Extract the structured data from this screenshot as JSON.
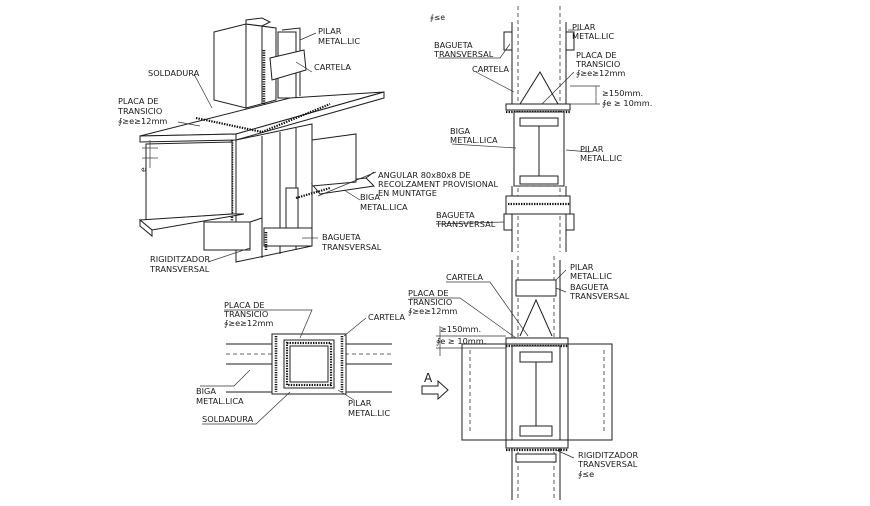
{
  "labels": {
    "iso": {
      "pilar": [
        "PILAR",
        "METAL.LIC"
      ],
      "cartela": "CARTELA",
      "soldadura": "SOLDADURA",
      "placa": [
        "PLACA DE",
        "TRANSICIO",
        "∮≥e≥12mm"
      ],
      "angular": [
        "ANGULAR 80x80x8 DE",
        "RECOLZAMENT PROVISIONAL",
        "EN MUNTATGE"
      ],
      "biga": [
        "BIGA",
        "METAL.LICA"
      ],
      "bagueta": [
        "BAGUETA",
        "TRANSVERSAL"
      ],
      "rigiditzador": [
        "RIGIDITZADOR",
        "TRANSVERSAL"
      ],
      "e_mark": "e"
    },
    "plan": {
      "placa": [
        "PLACA DE",
        "TRANSICIO",
        "∮≥e≥12mm"
      ],
      "cartela": "CARTELA",
      "biga": [
        "BIGA",
        "METAL.LICA"
      ],
      "soldadura": "SOLDADURA",
      "pilar": [
        "PILAR",
        "METAL.LIC"
      ]
    },
    "section_top": {
      "phi_e": "∮≤e",
      "bagueta": [
        "BAGUETA",
        "TRANSVERSAL"
      ],
      "cartela": "CARTELA",
      "pilar1": [
        "PILAR",
        "METAL.LIC"
      ],
      "placa": [
        "PLACA DE",
        "TRANSICIO",
        "∮≥e≥12mm"
      ],
      "dim": [
        "≥150mm.",
        "∮e ≥ 10mm."
      ],
      "biga": [
        "BIGA",
        "METAL.LICA"
      ],
      "pilar2": [
        "PILAR",
        "METAL.LIC"
      ],
      "bagueta2": [
        "BAGUETA",
        "TRANSVERSAL"
      ]
    },
    "section_bottom": {
      "cartela": "CARTELA",
      "pilar": [
        "PILAR",
        "METAL.LIC"
      ],
      "bagueta": [
        "BAGUETA",
        "TRANSVERSAL"
      ],
      "placa": [
        "PLACA DE",
        "TRANSICIO",
        "∮≥e≥12mm"
      ],
      "dim": [
        "≥150mm.",
        "∮e ≥ 10mm."
      ],
      "rigiditzador": [
        "RIGIDITZADOR",
        "TRANSVERSAL",
        "∮≤e"
      ],
      "arrow_a": "A"
    }
  }
}
